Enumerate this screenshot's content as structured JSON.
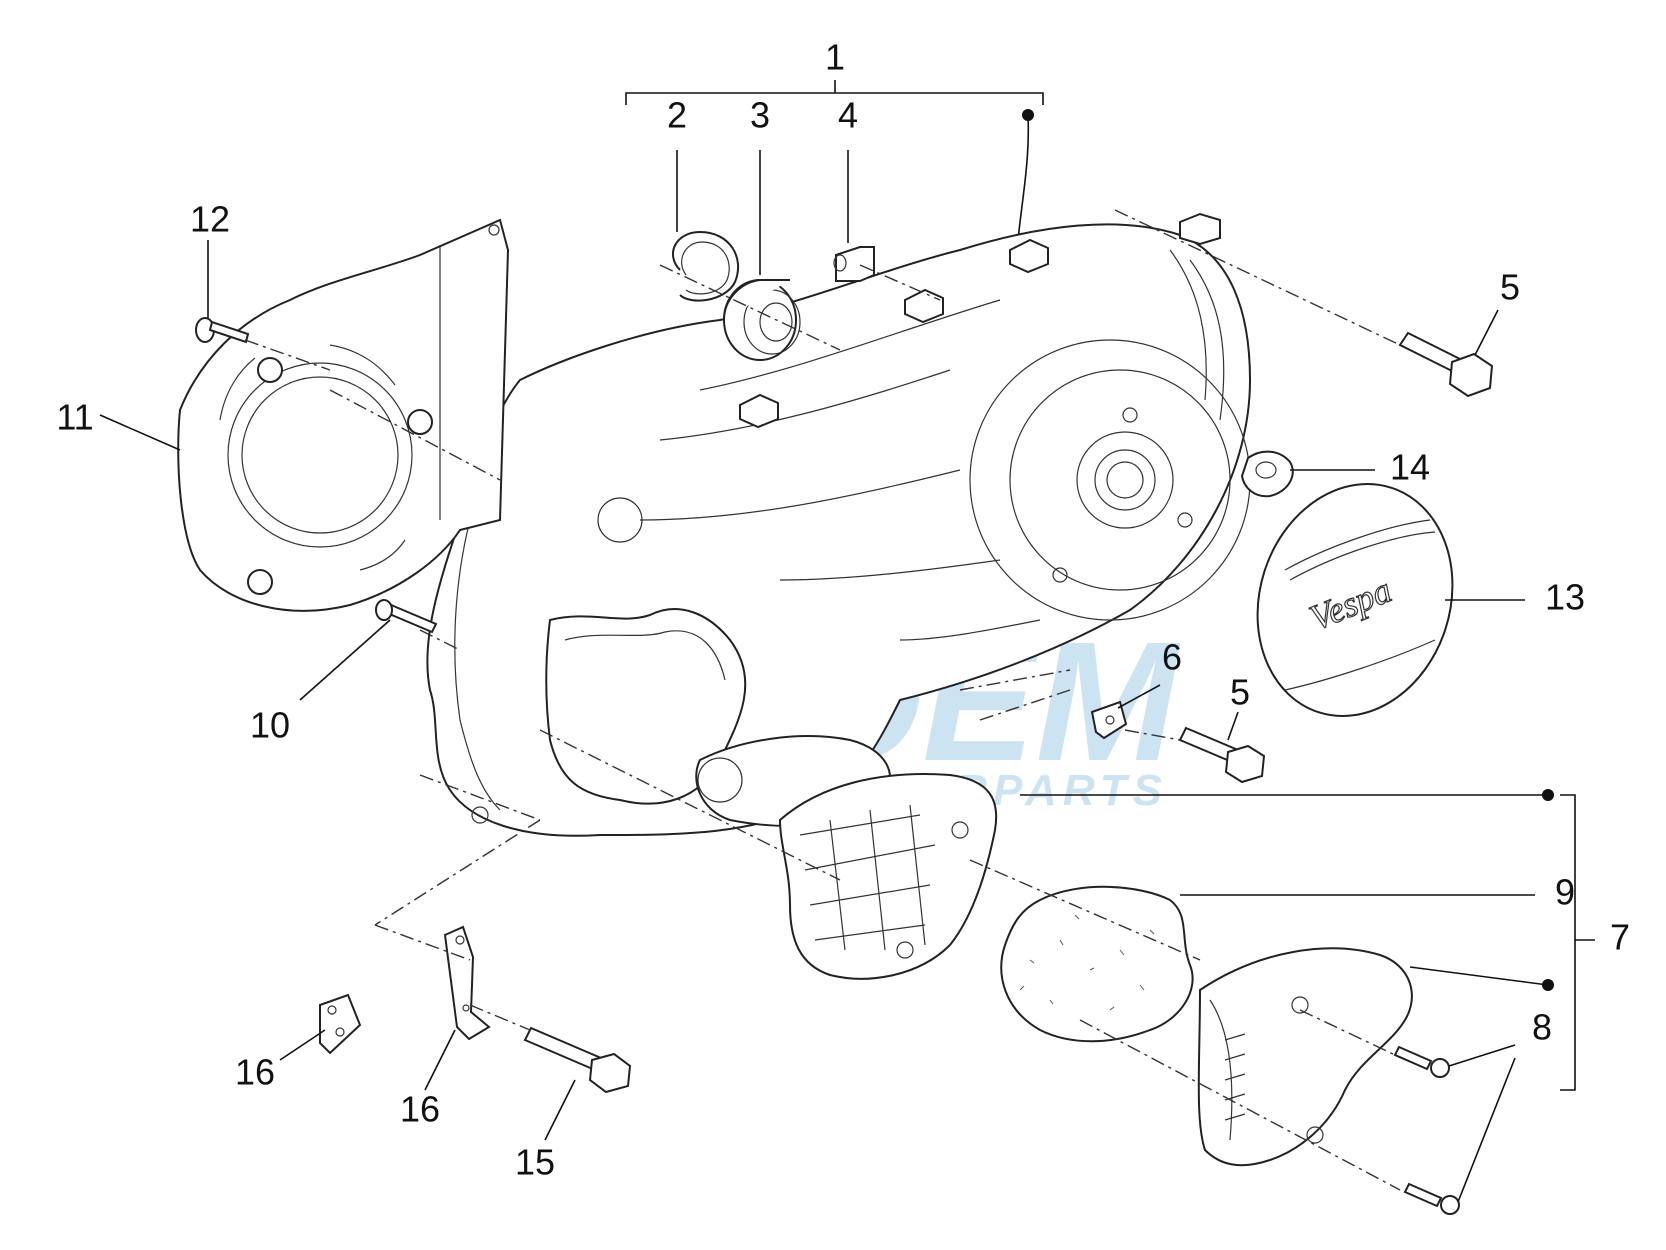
{
  "watermark": {
    "main": "OEM",
    "sub": "MOTORPARTS",
    "color": "#b9d7ea"
  },
  "cover_logo": "Vespa",
  "callouts": {
    "c1": "1",
    "c2": "2",
    "c3": "3",
    "c4": "4",
    "c5a": "5",
    "c5b": "5",
    "c6": "6",
    "c7": "7",
    "c8": "8",
    "c9": "9",
    "c10": "10",
    "c11": "11",
    "c12": "12",
    "c13": "13",
    "c14": "14",
    "c15": "15",
    "c16a": "16",
    "c16b": "16"
  },
  "colors": {
    "line": "#222222",
    "background": "#ffffff"
  }
}
